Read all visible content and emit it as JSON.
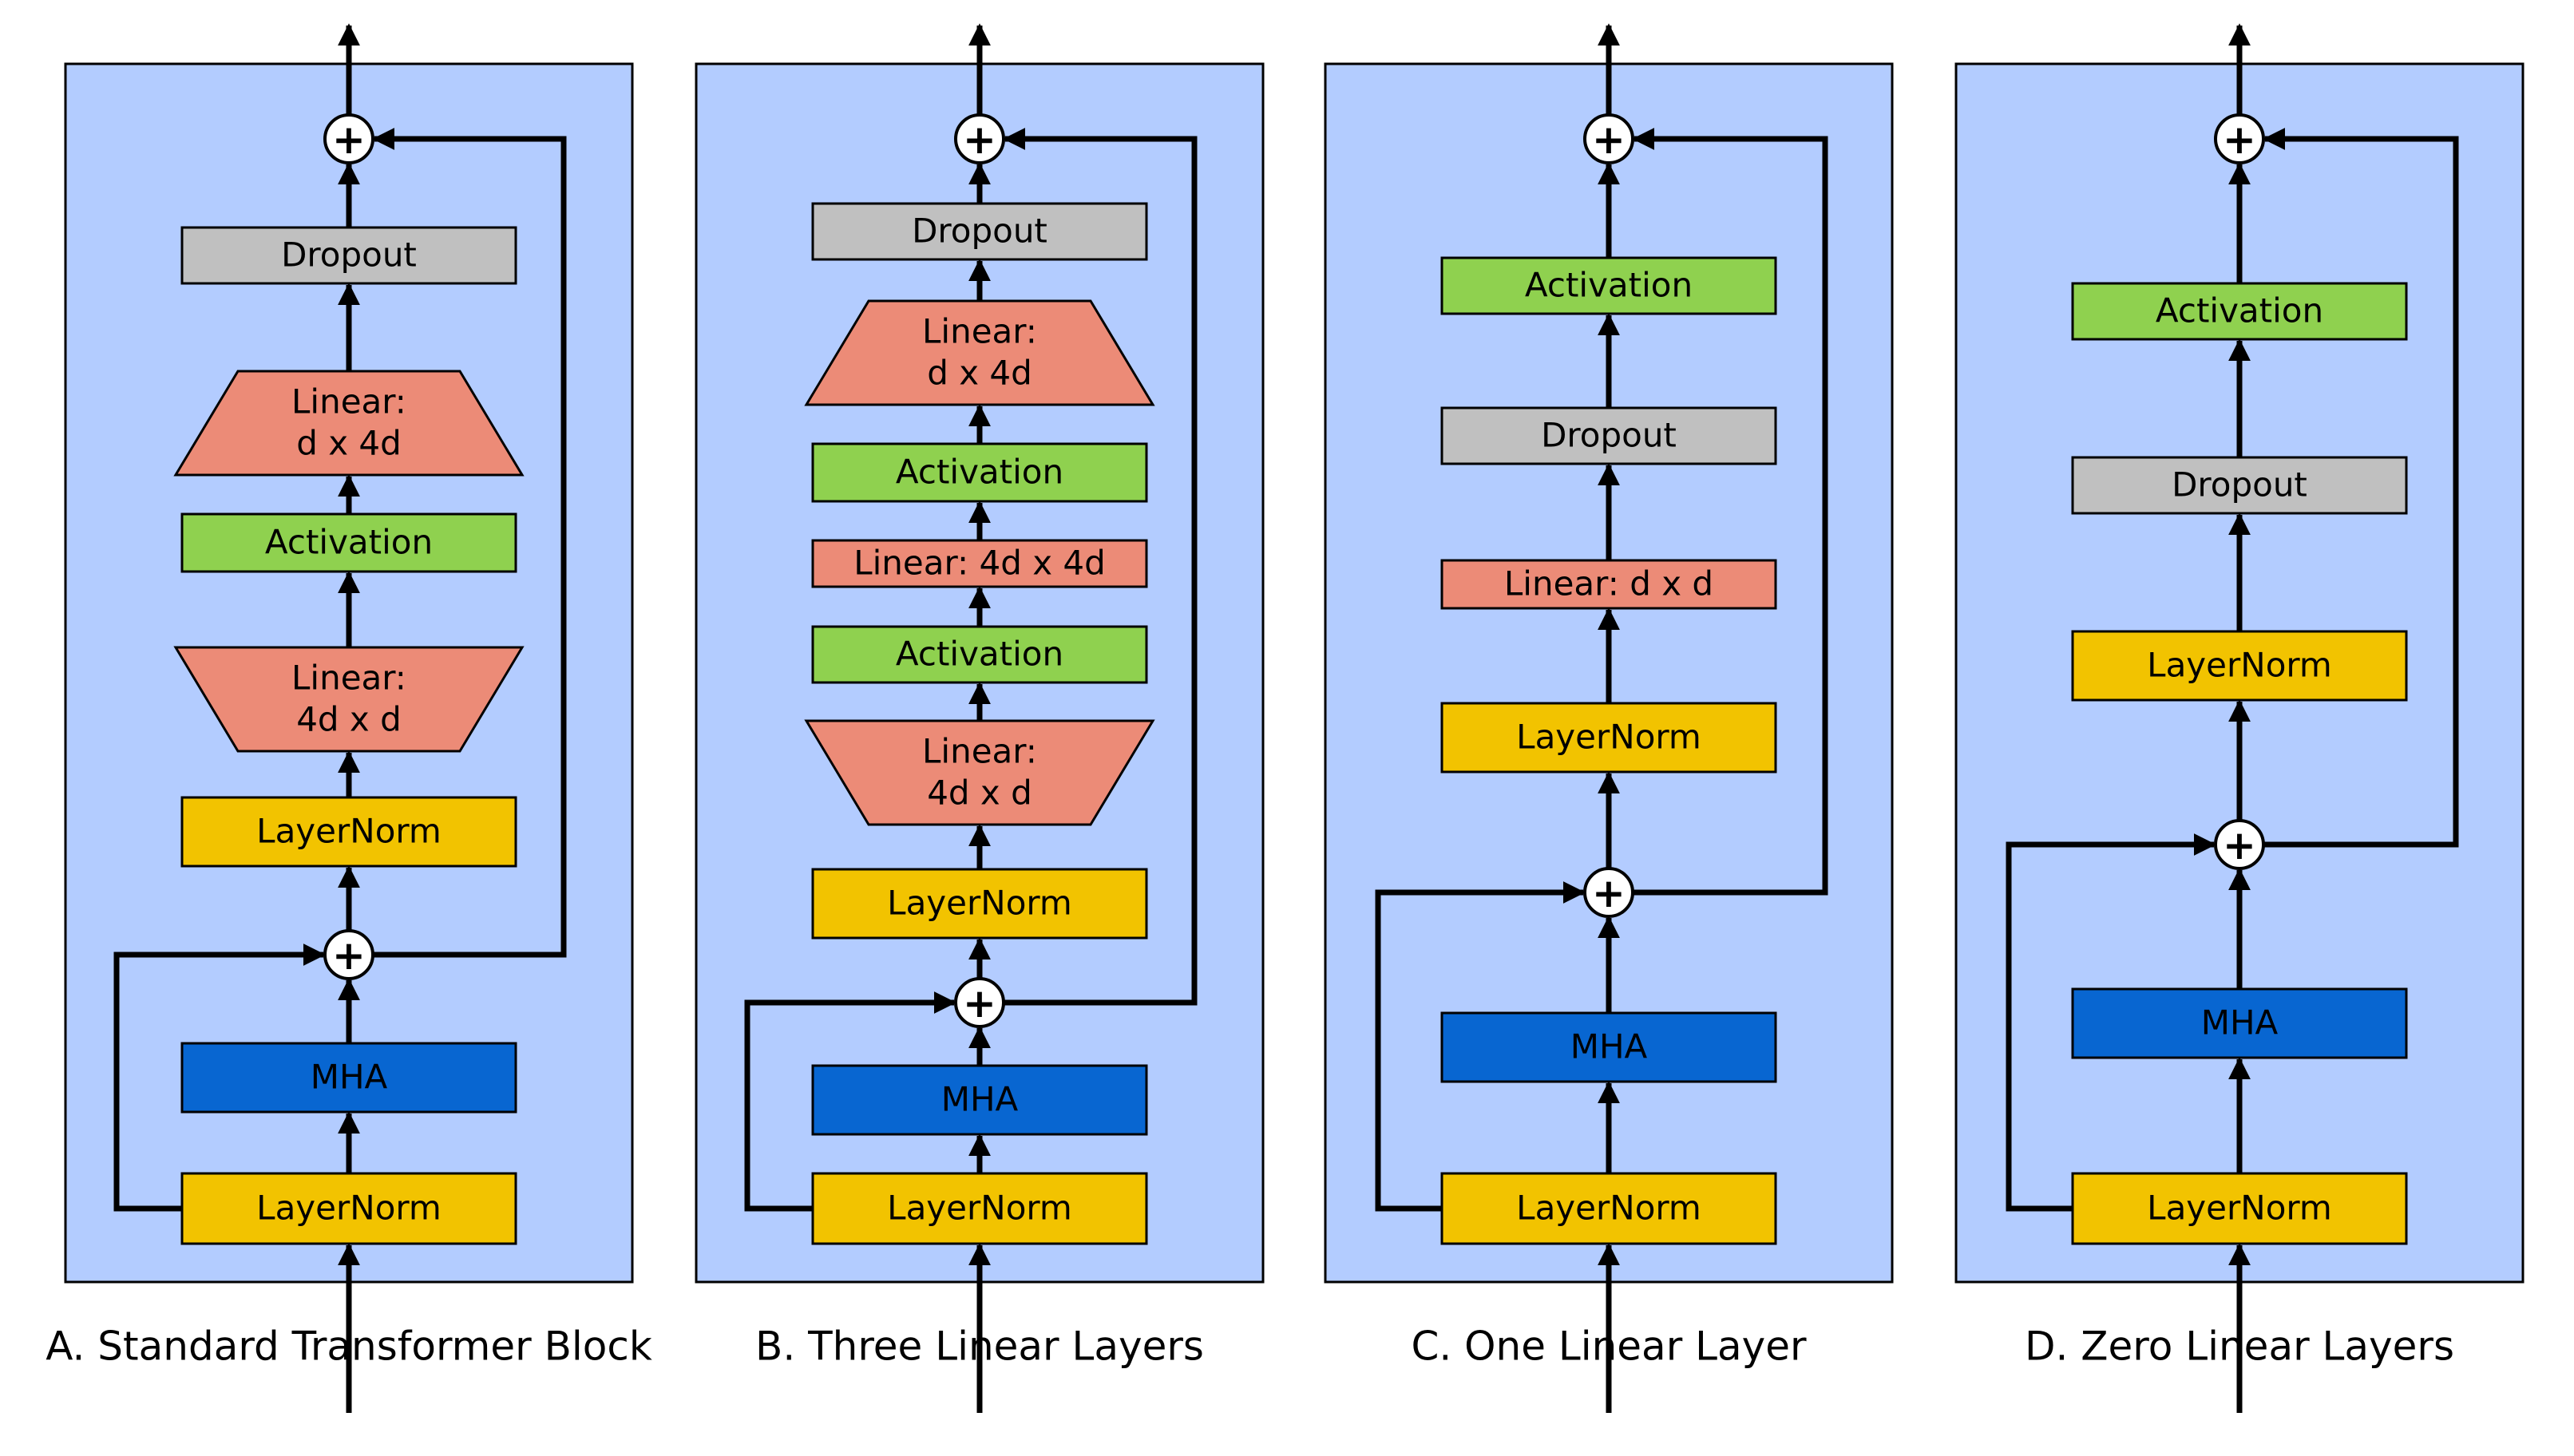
{
  "colors": {
    "panel": "#b3ccff",
    "layernorm": "#f2c300",
    "mha": "#0866d1",
    "activation": "#8fd14f",
    "dropout": "#c0c0c0",
    "linear": "#ec8b77",
    "stroke": "#000000"
  },
  "panels": [
    {
      "caption": "A. Standard Transformer Block",
      "blocks": [
        {
          "type": "layernorm",
          "lines": [
            "LayerNorm"
          ]
        },
        {
          "type": "mha",
          "lines": [
            "MHA"
          ]
        },
        {
          "type": "residual-add",
          "lines": [
            "+"
          ]
        },
        {
          "type": "layernorm",
          "lines": [
            "LayerNorm"
          ]
        },
        {
          "type": "linear",
          "lines": [
            "Linear:",
            "4d x d"
          ]
        },
        {
          "type": "activation",
          "lines": [
            "Activation"
          ]
        },
        {
          "type": "linear",
          "lines": [
            "Linear:",
            "d x 4d"
          ]
        },
        {
          "type": "dropout",
          "lines": [
            "Dropout"
          ]
        },
        {
          "type": "residual-add",
          "lines": [
            "+"
          ]
        }
      ]
    },
    {
      "caption": "B. Three Linear Layers",
      "blocks": [
        {
          "type": "layernorm",
          "lines": [
            "LayerNorm"
          ]
        },
        {
          "type": "mha",
          "lines": [
            "MHA"
          ]
        },
        {
          "type": "residual-add",
          "lines": [
            "+"
          ]
        },
        {
          "type": "layernorm",
          "lines": [
            "LayerNorm"
          ]
        },
        {
          "type": "linear",
          "lines": [
            "Linear:",
            "4d x d"
          ]
        },
        {
          "type": "activation",
          "lines": [
            "Activation"
          ]
        },
        {
          "type": "linear",
          "lines": [
            "Linear: 4d x 4d"
          ]
        },
        {
          "type": "activation",
          "lines": [
            "Activation"
          ]
        },
        {
          "type": "linear",
          "lines": [
            "Linear:",
            "d x 4d"
          ]
        },
        {
          "type": "dropout",
          "lines": [
            "Dropout"
          ]
        },
        {
          "type": "residual-add",
          "lines": [
            "+"
          ]
        }
      ]
    },
    {
      "caption": "C. One Linear Layer",
      "blocks": [
        {
          "type": "layernorm",
          "lines": [
            "LayerNorm"
          ]
        },
        {
          "type": "mha",
          "lines": [
            "MHA"
          ]
        },
        {
          "type": "residual-add",
          "lines": [
            "+"
          ]
        },
        {
          "type": "layernorm",
          "lines": [
            "LayerNorm"
          ]
        },
        {
          "type": "linear",
          "lines": [
            "Linear: d x d"
          ]
        },
        {
          "type": "dropout",
          "lines": [
            "Dropout"
          ]
        },
        {
          "type": "activation",
          "lines": [
            "Activation"
          ]
        },
        {
          "type": "residual-add",
          "lines": [
            "+"
          ]
        }
      ]
    },
    {
      "caption": "D. Zero Linear Layers",
      "blocks": [
        {
          "type": "layernorm",
          "lines": [
            "LayerNorm"
          ]
        },
        {
          "type": "mha",
          "lines": [
            "MHA"
          ]
        },
        {
          "type": "residual-add",
          "lines": [
            "+"
          ]
        },
        {
          "type": "layernorm",
          "lines": [
            "LayerNorm"
          ]
        },
        {
          "type": "dropout",
          "lines": [
            "Dropout"
          ]
        },
        {
          "type": "activation",
          "lines": [
            "Activation"
          ]
        },
        {
          "type": "residual-add",
          "lines": [
            "+"
          ]
        }
      ]
    }
  ]
}
